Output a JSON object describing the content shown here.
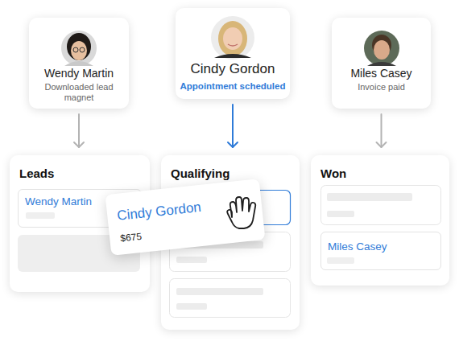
{
  "diagram": {
    "nodes": [
      {
        "text": [
          "Wendy Martin",
          "Downloaded lead magnet"
        ]
      },
      {
        "text": [
          "Cindy Gordon",
          "Appointment scheduled"
        ]
      },
      {
        "text": [
          "Miles Casey",
          "Invoice paid"
        ]
      },
      {
        "text": [
          "Leads"
        ]
      },
      {
        "text": [
          "Wendy Martin"
        ],
        "in": 3
      },
      {
        "text": [
          "Qualifying"
        ]
      },
      {
        "text": [
          "Cindy Gordon",
          "$675"
        ]
      },
      {
        "text": [
          "Won"
        ]
      },
      {
        "text": [
          "Miles Casey"
        ],
        "in": 7
      }
    ],
    "edges": [
      {
        "from": 0,
        "to": 3,
        "arrow": "to"
      },
      {
        "from": 1,
        "to": 5,
        "arrow": "to"
      },
      {
        "from": 2,
        "to": 7,
        "arrow": "to"
      }
    ]
  }
}
